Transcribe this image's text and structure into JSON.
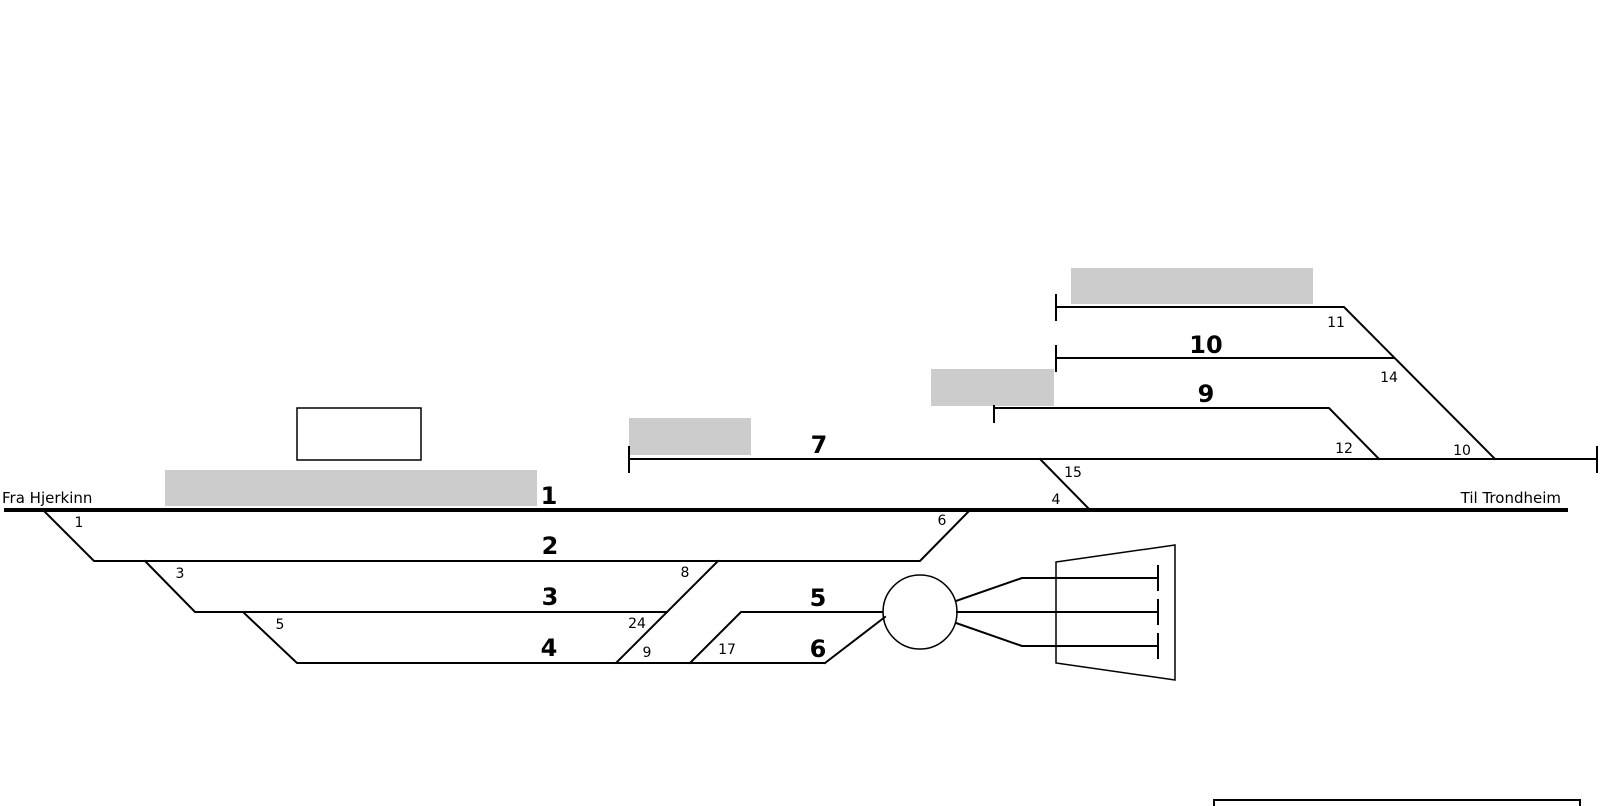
{
  "directions": {
    "from": "Fra Hjerkinn",
    "to": "Til Trondheim"
  },
  "tracks": {
    "t1": "1",
    "t2": "2",
    "t3": "3",
    "t4": "4",
    "t5": "5",
    "t6": "6",
    "t7": "7",
    "t9": "9",
    "t10": "10"
  },
  "switches": {
    "s1": "1",
    "s3": "3",
    "s5": "5",
    "s6": "6",
    "s8": "8",
    "s24": "24",
    "s9": "9",
    "s17": "17",
    "s4": "4",
    "s15": "15",
    "s12": "12",
    "s10": "10",
    "s11": "11",
    "s14": "14"
  },
  "colors": {
    "platform": "#cccccc",
    "line": "#000000",
    "background": "#ffffff"
  }
}
